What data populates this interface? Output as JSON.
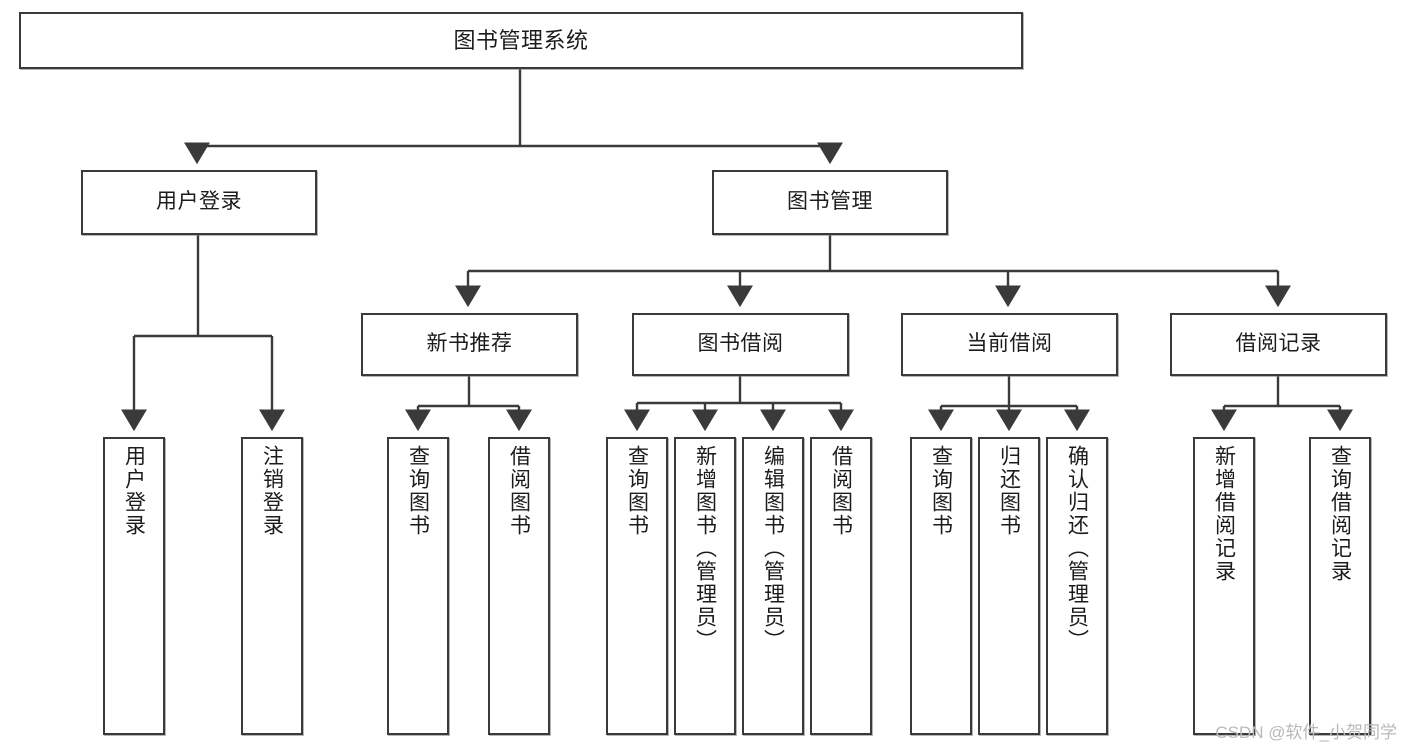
{
  "diagram": {
    "type": "tree",
    "title": "图书管理系统",
    "watermark": "CSDN @软件_小贺同学",
    "nodes": {
      "root": {
        "label": "图书管理系统"
      },
      "l1": [
        {
          "id": "user-login",
          "label": "用户登录"
        },
        {
          "id": "book-management",
          "label": "图书管理"
        }
      ],
      "l2": [
        {
          "id": "new-book-recommend",
          "label": "新书推荐"
        },
        {
          "id": "book-borrow",
          "label": "图书借阅"
        },
        {
          "id": "current-borrow",
          "label": "当前借阅"
        },
        {
          "id": "borrow-record",
          "label": "借阅记录"
        }
      ],
      "leaves": {
        "user_login": [
          {
            "id": "leaf-user-login",
            "label": "用户登录"
          },
          {
            "id": "leaf-logout",
            "label": "注销登录"
          }
        ],
        "new_book_recommend": [
          {
            "id": "leaf-query-book-1",
            "label": "查询图书"
          },
          {
            "id": "leaf-borrow-book-1",
            "label": "借阅图书"
          }
        ],
        "book_borrow": [
          {
            "id": "leaf-query-book-2",
            "label": "查询图书"
          },
          {
            "id": "leaf-add-book",
            "label": "新增图书（管理员）"
          },
          {
            "id": "leaf-edit-book",
            "label": "编辑图书（管理员）"
          },
          {
            "id": "leaf-borrow-book-2",
            "label": "借阅图书"
          }
        ],
        "current_borrow": [
          {
            "id": "leaf-query-book-3",
            "label": "查询图书"
          },
          {
            "id": "leaf-return-book",
            "label": "归还图书"
          },
          {
            "id": "leaf-confirm-return",
            "label": "确认归还（管理员）"
          }
        ],
        "borrow_record": [
          {
            "id": "leaf-add-record",
            "label": "新增借阅记录"
          },
          {
            "id": "leaf-query-record",
            "label": "查询借阅记录"
          }
        ]
      }
    },
    "colors": {
      "stroke": "#3a3a3a",
      "fill": "#ffffff",
      "text": "#1c1c1c",
      "watermark": "#b9b9b9"
    }
  }
}
